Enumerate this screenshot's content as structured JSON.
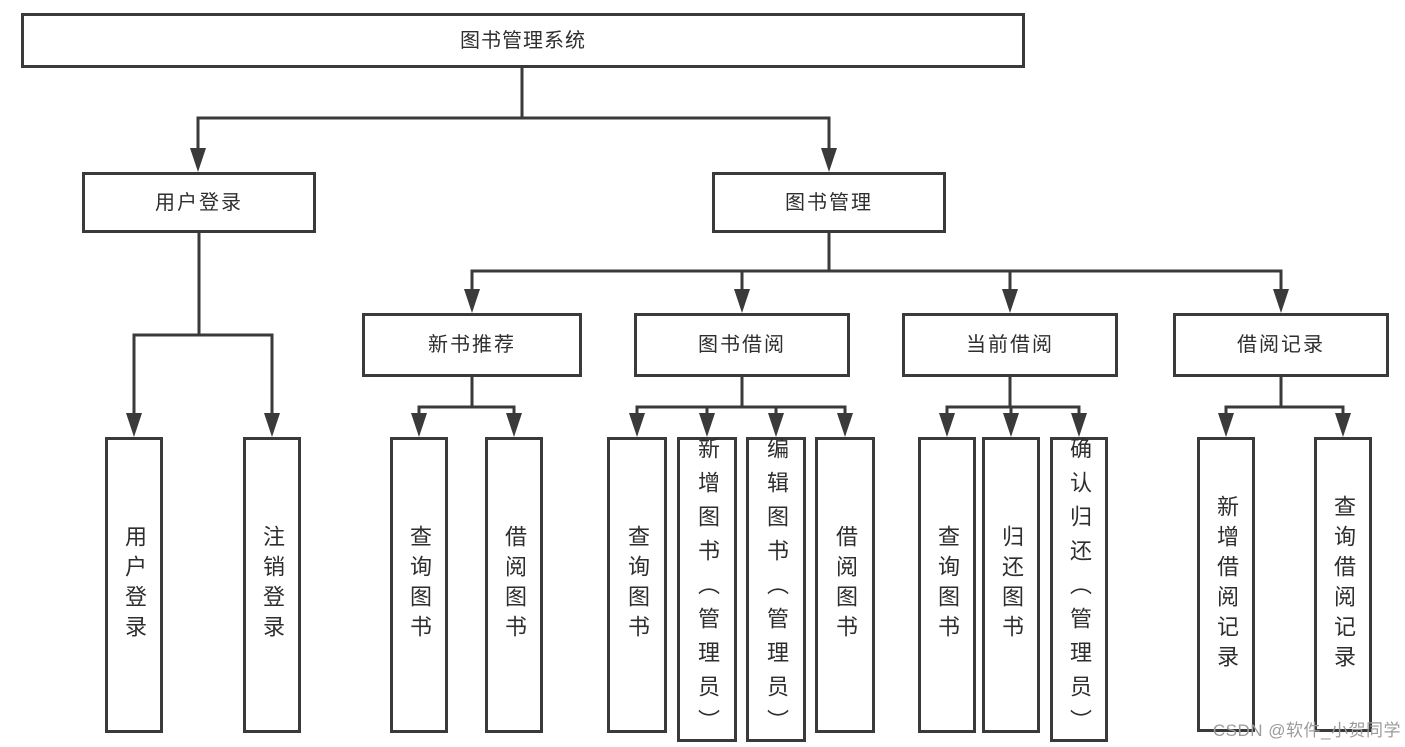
{
  "diagram": {
    "type": "hierarchy-tree",
    "root": {
      "label": "图书管理系统",
      "children": [
        {
          "label": "用户登录",
          "children": [
            {
              "label": "用户登录"
            },
            {
              "label": "注销登录"
            }
          ]
        },
        {
          "label": "图书管理",
          "children": [
            {
              "label": "新书推荐",
              "children": [
                {
                  "label": "查询图书"
                },
                {
                  "label": "借阅图书"
                }
              ]
            },
            {
              "label": "图书借阅",
              "children": [
                {
                  "label": "查询图书"
                },
                {
                  "label": "新增图书（管理员）"
                },
                {
                  "label": "编辑图书（管理员）"
                },
                {
                  "label": "借阅图书"
                }
              ]
            },
            {
              "label": "当前借阅",
              "children": [
                {
                  "label": "查询图书"
                },
                {
                  "label": "归还图书"
                },
                {
                  "label": "确认归还（管理员）"
                }
              ]
            },
            {
              "label": "借阅记录",
              "children": [
                {
                  "label": "新增借阅记录"
                },
                {
                  "label": "查询借阅记录"
                }
              ]
            }
          ]
        }
      ]
    }
  },
  "watermark": {
    "text": "CSDN @软件_小贺同学"
  },
  "colors": {
    "line": "#3a3a3a",
    "text": "#2e2e2e",
    "box": "#ffffff",
    "wm": "#9b9b9b"
  }
}
